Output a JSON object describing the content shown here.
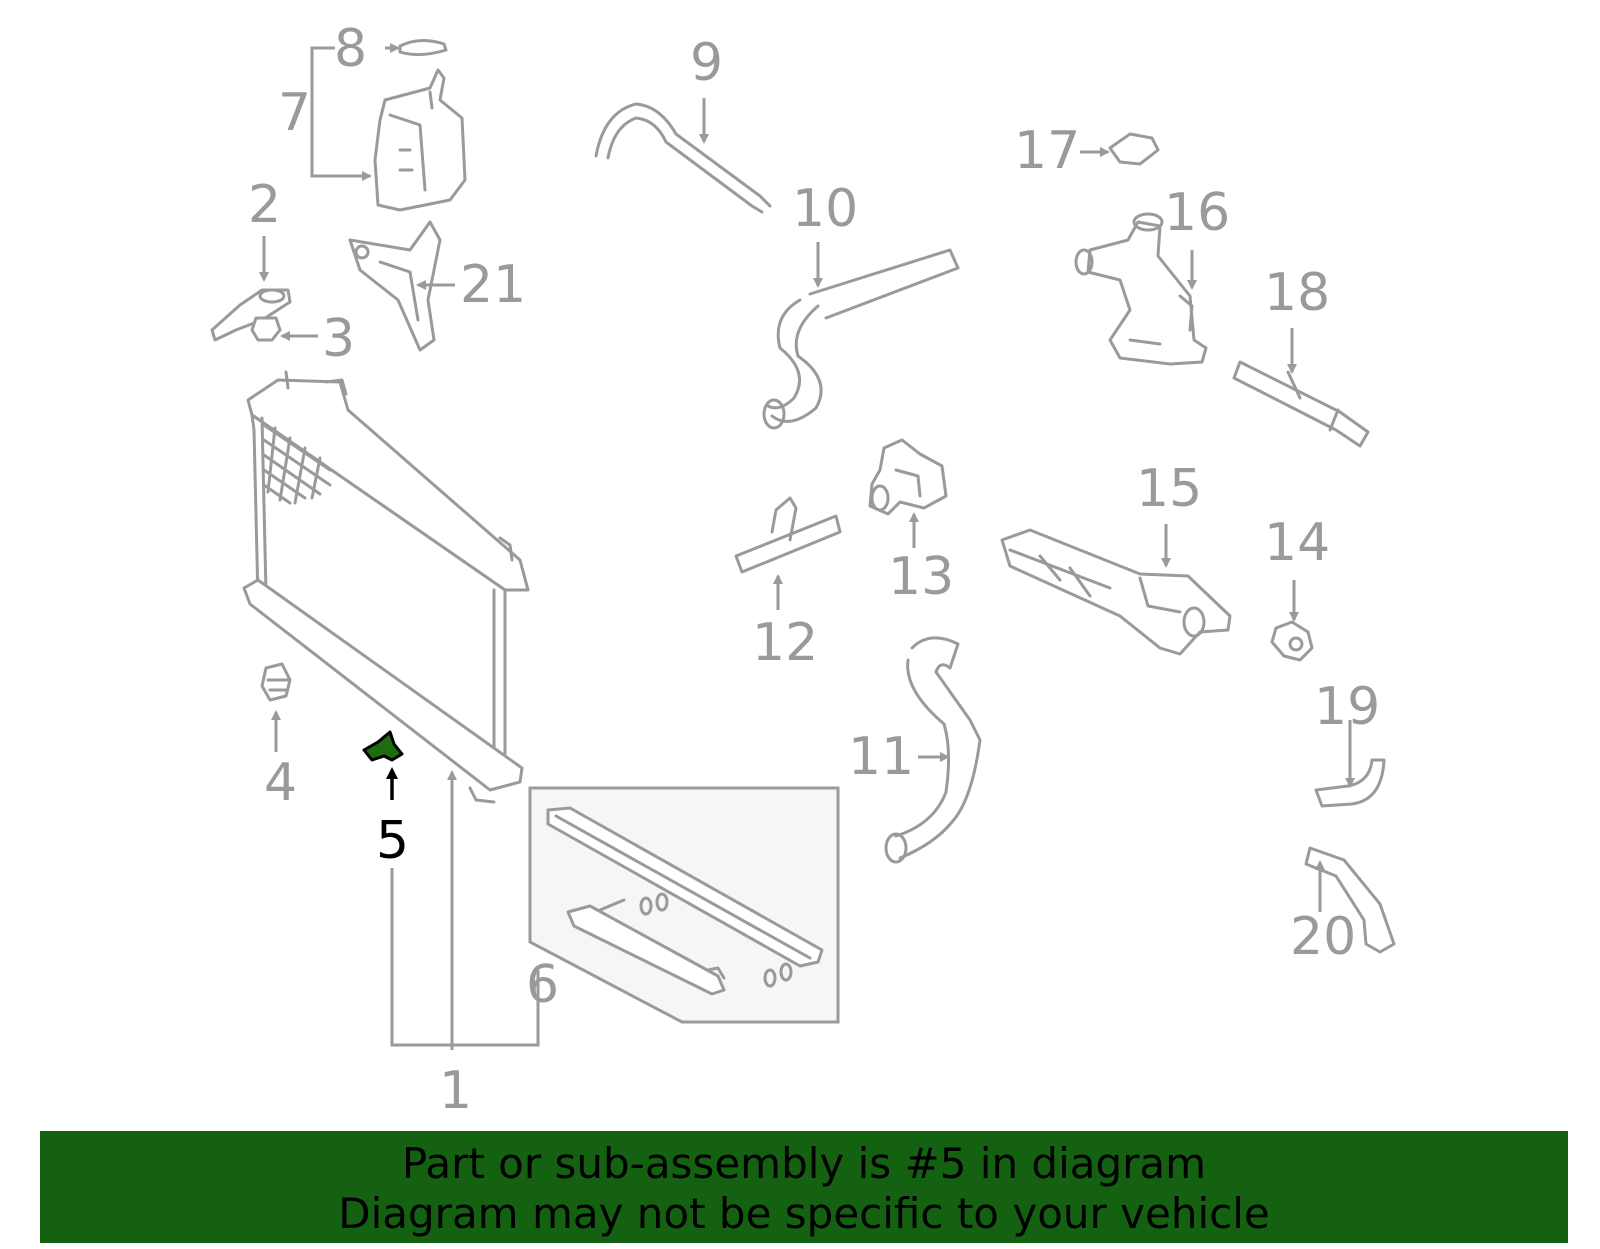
{
  "diagram": {
    "highlighted_part": "5",
    "callouts": [
      "1",
      "2",
      "3",
      "4",
      "5",
      "6",
      "7",
      "8",
      "9",
      "10",
      "11",
      "12",
      "13",
      "14",
      "15",
      "16",
      "17",
      "18",
      "19",
      "20",
      "21"
    ],
    "colors": {
      "line": "#9a9a9a",
      "highlight_part": "#1e6b12",
      "highlight_label": "#000000",
      "inset_background": "#f6f6f6"
    }
  },
  "banner": {
    "line1": "Part or sub-assembly is #5 in diagram",
    "line2": "Diagram may not be specific to your vehicle",
    "background": "#156112"
  }
}
